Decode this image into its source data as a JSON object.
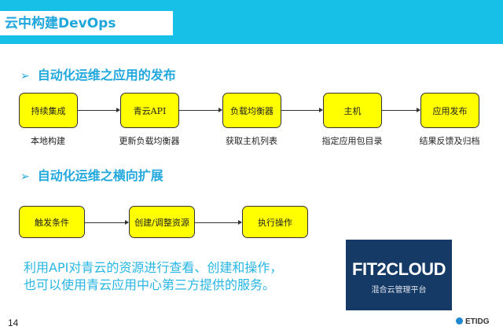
{
  "title": "云中构建DevOps",
  "section1": {
    "heading": "自动化运维之应用的发布",
    "steps": [
      {
        "label": "持续集成",
        "caption": "本地构建"
      },
      {
        "label": "青云API",
        "caption": "更新负载均衡器"
      },
      {
        "label": "负载均衡器",
        "caption": "获取主机列表"
      },
      {
        "label": "主机",
        "caption": "指定应用包目录"
      },
      {
        "label": "应用发布",
        "caption": "结果反馈及归档"
      }
    ]
  },
  "section2": {
    "heading": "自动化运维之横向扩展",
    "steps": [
      {
        "label": "触发条件"
      },
      {
        "label": "创建/调整资源"
      },
      {
        "label": "执行操作"
      }
    ]
  },
  "paragraph": {
    "line1": "利用API对青云的资源进行查看、创建和操作，",
    "line2": "也可以使用青云应用中心第三方提供的服务。"
  },
  "logo": {
    "name": "FIT2CLOUD",
    "tagline": "混合云管理平台"
  },
  "footer": {
    "page_number": "14",
    "brand": "ETIDG"
  },
  "bullet": "➢",
  "colors": {
    "banner": "#17c0e6",
    "heading": "#22a8dd",
    "box": "#ffff00",
    "logo_bg": "#163a66"
  }
}
